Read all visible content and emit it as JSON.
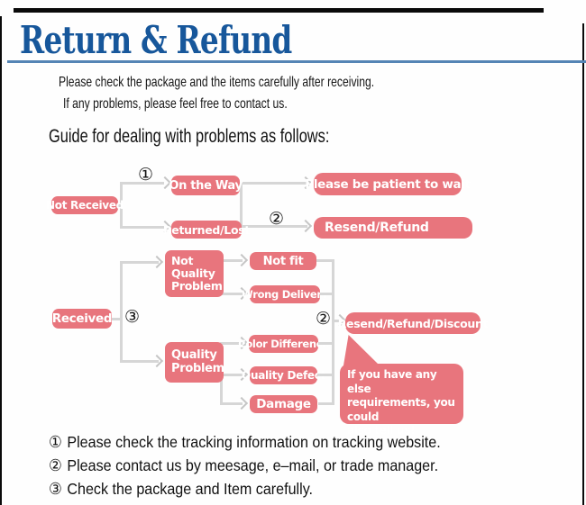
{
  "header": {
    "title": "Return & Refund",
    "intro_1": "Please check the package and the items carefully after receiving.",
    "intro_2": "If any problems, please feel free to contact us.",
    "guide_heading": "Guide for dealing with problems as follows:"
  },
  "flow": {
    "not_received": "Not Received",
    "on_the_way": "On the Way",
    "returned_lost": "Returned/Lost",
    "be_patient": "Please be patient to wait",
    "resend_refund": "Resend/Refund",
    "received": "Received",
    "not_quality_problem": "Not\nQuality\nProblem",
    "not_fit": "Not fit",
    "wrong_delivery": "Wrong Delivery",
    "quality_problem": "Quality\nProblem",
    "color_difference": "Color Difference",
    "quality_defect": "Quality Defect",
    "damage": "Damage",
    "resend_refund_discount": "Resend/Refund/Discount",
    "bubble_note": "If you have any else\nrequirements, you could\nalso tell us!",
    "marker_1": "①",
    "marker_2": "②",
    "marker_3": "③"
  },
  "notes": [
    {
      "marker": "①",
      "text": "Please check the tracking information on tracking website."
    },
    {
      "marker": "②",
      "text": "Please contact us by meesage, e–mail, or trade manager."
    },
    {
      "marker": "③",
      "text": "Check the package and Item carefully."
    }
  ],
  "colors": {
    "box_pink": "#e8757d",
    "title_blue": "#17579b",
    "connector_gray": "#d6d6d6"
  }
}
